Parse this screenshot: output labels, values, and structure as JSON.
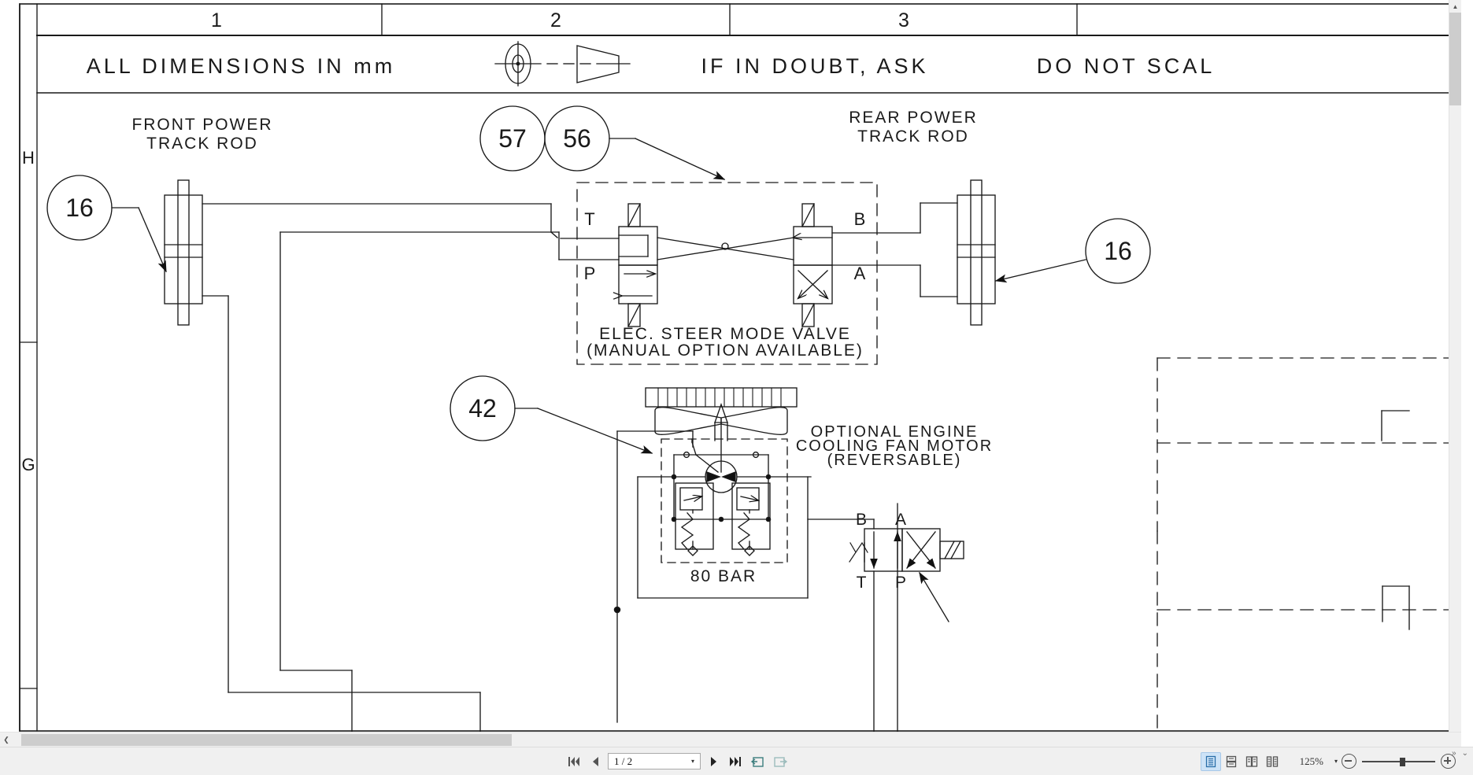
{
  "document": {
    "title_block": {
      "column_headers": [
        "1",
        "2",
        "3"
      ],
      "row_labels": [
        "H",
        "G"
      ],
      "notes": [
        "ALL DIMENSIONS IN mm",
        "IF IN DOUBT, ASK",
        "DO NOT SCAL"
      ],
      "projection_symbol": "first-angle-projection-icon"
    },
    "labels": {
      "front_track_rod_l1": "FRONT POWER",
      "front_track_rod_l2": "TRACK ROD",
      "rear_track_rod_l1": "REAR POWER",
      "rear_track_rod_l2": "TRACK ROD",
      "steer_valve_l1": "ELEC. STEER MODE VALVE",
      "steer_valve_l2": "(MANUAL OPTION AVAILABLE)",
      "fan_motor_l1": "OPTIONAL ENGINE",
      "fan_motor_l2": "COOLING FAN MOTOR",
      "fan_motor_l3": "(REVERSABLE)",
      "relief_pressure": "80 BAR"
    },
    "balloons": [
      {
        "id": "balloon-16-left",
        "value": "16"
      },
      {
        "id": "balloon-57",
        "value": "57"
      },
      {
        "id": "balloon-56",
        "value": "56"
      },
      {
        "id": "balloon-16-right",
        "value": "16"
      },
      {
        "id": "balloon-42",
        "value": "42"
      }
    ],
    "port_labels": {
      "steer_left_top": "T",
      "steer_left_bottom": "P",
      "steer_right_top": "B",
      "steer_right_bottom": "A",
      "lower_valve_b": "B",
      "lower_valve_a": "A",
      "lower_valve_t": "T",
      "lower_valve_p": "P"
    },
    "colors": {
      "line": "#1a1a1a",
      "paper": "#ffffff",
      "chrome": "#f0f0f0",
      "accent": "#cde3f7"
    }
  },
  "toolbar": {
    "first_page": "first-page-icon",
    "prev_page": "previous-page-icon",
    "page_indicator": "1 / 2",
    "page_caret": "▾",
    "next_page": "next-page-icon",
    "last_page": "last-page-icon",
    "back_view": "go-back-icon",
    "forward_view": "go-forward-icon",
    "view_modes": [
      {
        "name": "single-page-view",
        "active": true
      },
      {
        "name": "continuous-scroll-view",
        "active": false
      },
      {
        "name": "two-page-view",
        "active": false
      },
      {
        "name": "book-view",
        "active": false
      }
    ],
    "zoom_level": "125%",
    "zoom_caret": "▾",
    "zoom_out": "zoom-out-icon",
    "zoom_in": "zoom-in-icon",
    "overflow_chevrons": [
      "»",
      "⌄"
    ]
  },
  "scroll": {
    "vertical_up": "▲",
    "horizontal_left": "❮"
  }
}
